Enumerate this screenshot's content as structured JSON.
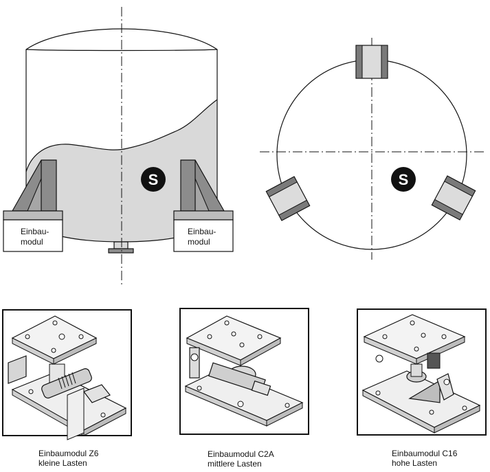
{
  "tank_view": {
    "left_module_label": [
      "Einbau-",
      "modul"
    ],
    "right_module_label": [
      "Einbau-",
      "modul"
    ],
    "center_badge": "S"
  },
  "top_view": {
    "center_badge": "S"
  },
  "modules": [
    {
      "name_line": "Einbaumodul Z6",
      "load_line": "kleine Lasten"
    },
    {
      "name_line": "Einbaumodul C2A",
      "load_line": "mittlere Lasten"
    },
    {
      "name_line": "Einbaumodul C16",
      "load_line": "hohe Lasten"
    }
  ],
  "colors": {
    "fill_grey": "#d9d9d9",
    "bracket_grey": "#8c8c8c",
    "module_dark": "#7a7a7a",
    "module_light": "#dcdcdc",
    "line": "#111111"
  }
}
